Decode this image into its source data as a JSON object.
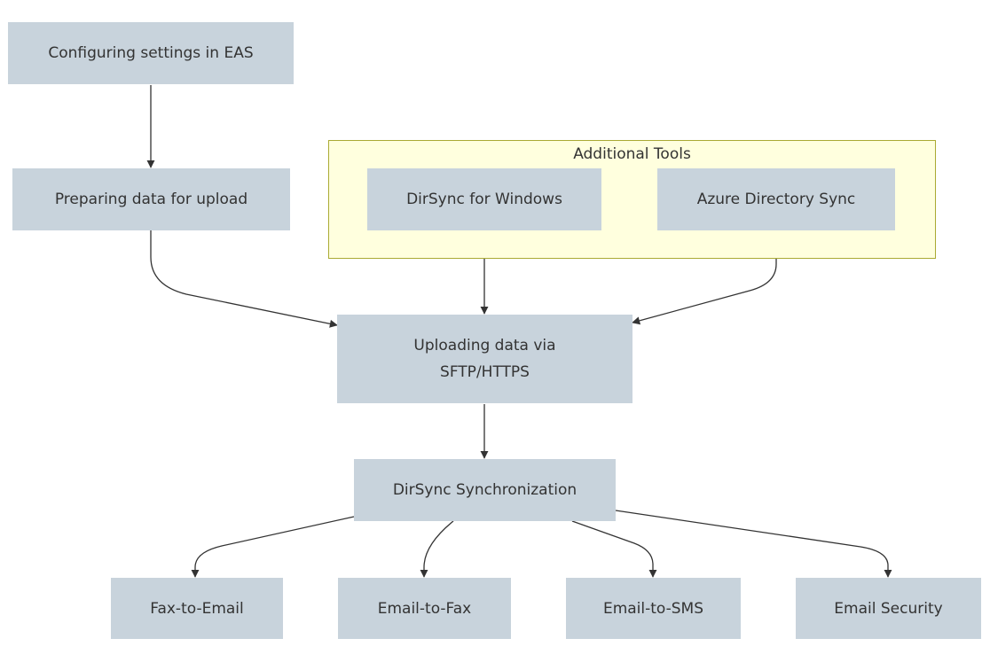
{
  "colors": {
    "node_fill": "#c8d3dc",
    "cluster_fill": "#ffffde",
    "cluster_border": "#aaaa33",
    "edge": "#333333",
    "text": "#333333"
  },
  "cluster": {
    "label": "Additional Tools"
  },
  "nodes": {
    "configure": "Configuring settings in EAS",
    "prepare": "Preparing data for upload",
    "dirsync_windows": "DirSync for Windows",
    "azure_sync": "Azure Directory Sync",
    "upload": "Uploading data via SFTP/HTTPS",
    "dirsync_sync": "DirSync Synchronization",
    "fax_to_email": "Fax-to-Email",
    "email_to_fax": "Email-to-Fax",
    "email_to_sms": "Email-to-SMS",
    "email_security": "Email Security"
  },
  "edges": [
    {
      "from": "configure",
      "to": "prepare"
    },
    {
      "from": "prepare",
      "to": "upload"
    },
    {
      "from": "dirsync_windows",
      "to": "upload"
    },
    {
      "from": "azure_sync",
      "to": "upload"
    },
    {
      "from": "upload",
      "to": "dirsync_sync"
    },
    {
      "from": "dirsync_sync",
      "to": "fax_to_email"
    },
    {
      "from": "dirsync_sync",
      "to": "email_to_fax"
    },
    {
      "from": "dirsync_sync",
      "to": "email_to_sms"
    },
    {
      "from": "dirsync_sync",
      "to": "email_security"
    }
  ]
}
